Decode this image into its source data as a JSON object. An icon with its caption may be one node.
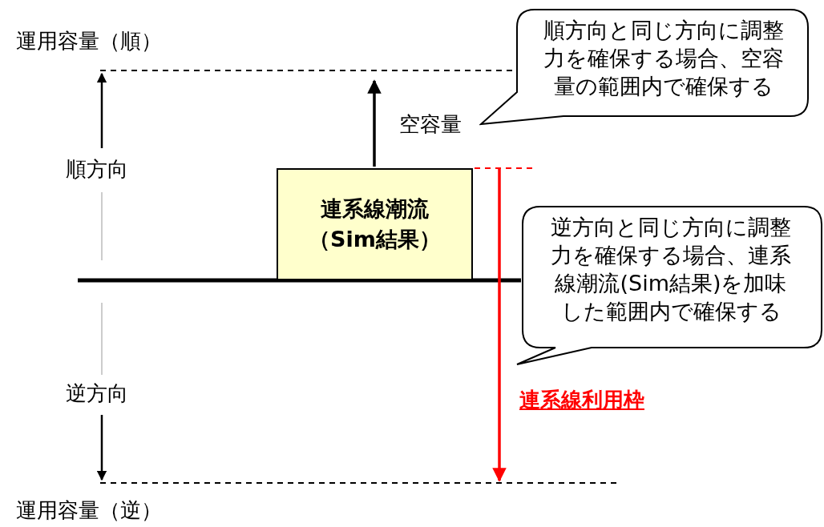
{
  "diagram": {
    "nodes": [
      {
        "text": [
          "順方向と同じ方向に調整力を確保する場合、空容量の範囲内で確保する"
        ]
      },
      {
        "text": [
          "連系線潮流（Sim結果）"
        ]
      },
      {
        "text": [
          "逆方向と同じ方向に調整力を確保する場合、連系線潮流(Sim結果)を加味した範囲内で確保する"
        ]
      }
    ],
    "labels": [
      "運用容量（順）",
      "空容量",
      "順方向",
      "逆方向",
      "連系線利用枠",
      "運用容量（逆）"
    ]
  }
}
